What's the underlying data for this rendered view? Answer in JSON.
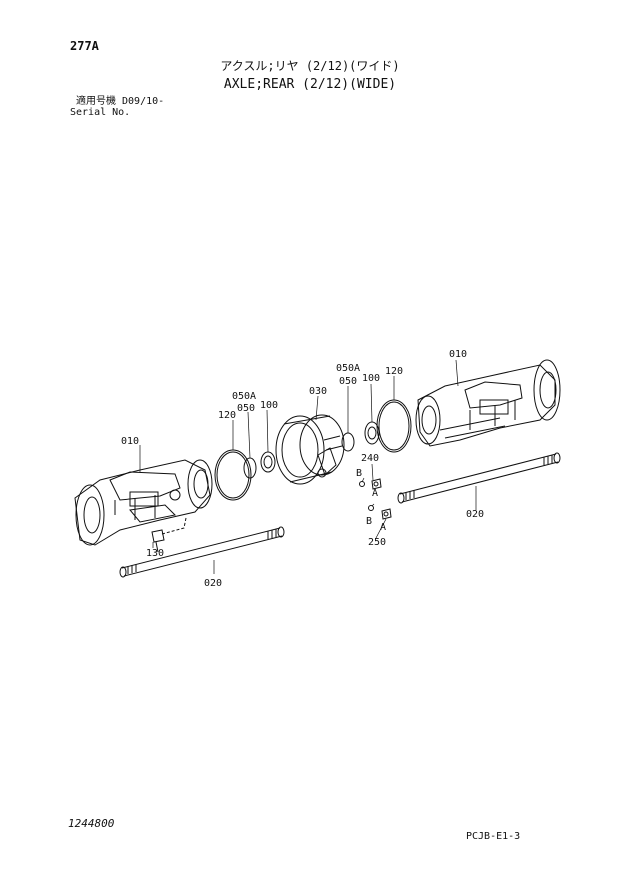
{
  "header": {
    "page_code": "277A",
    "title_jp": "アクスル;リヤ (2/12)(ワイド)",
    "title_en": "AXLE;REAR (2/12)(WIDE)",
    "serial_label_jp": "適用号機  D09/10-",
    "serial_label_en": "Serial No."
  },
  "parts": {
    "p010_left": "010",
    "p010_right": "010",
    "p020_left": "020",
    "p020_right": "020",
    "p030": "030",
    "p050_left": "050",
    "p050a_left": "050A",
    "p050_right": "050",
    "p050a_right": "050A",
    "p100_left": "100",
    "p100_right": "100",
    "p120_left": "120",
    "p120_right": "120",
    "p130": "130",
    "p240": "240",
    "p250": "250",
    "ref_b_upper": "B",
    "ref_a_upper": "A",
    "ref_b_lower": "B",
    "ref_a_lower": "A"
  },
  "footer": {
    "drawing_number": "1244800",
    "sheet_code": "PCJB-E1-3"
  }
}
